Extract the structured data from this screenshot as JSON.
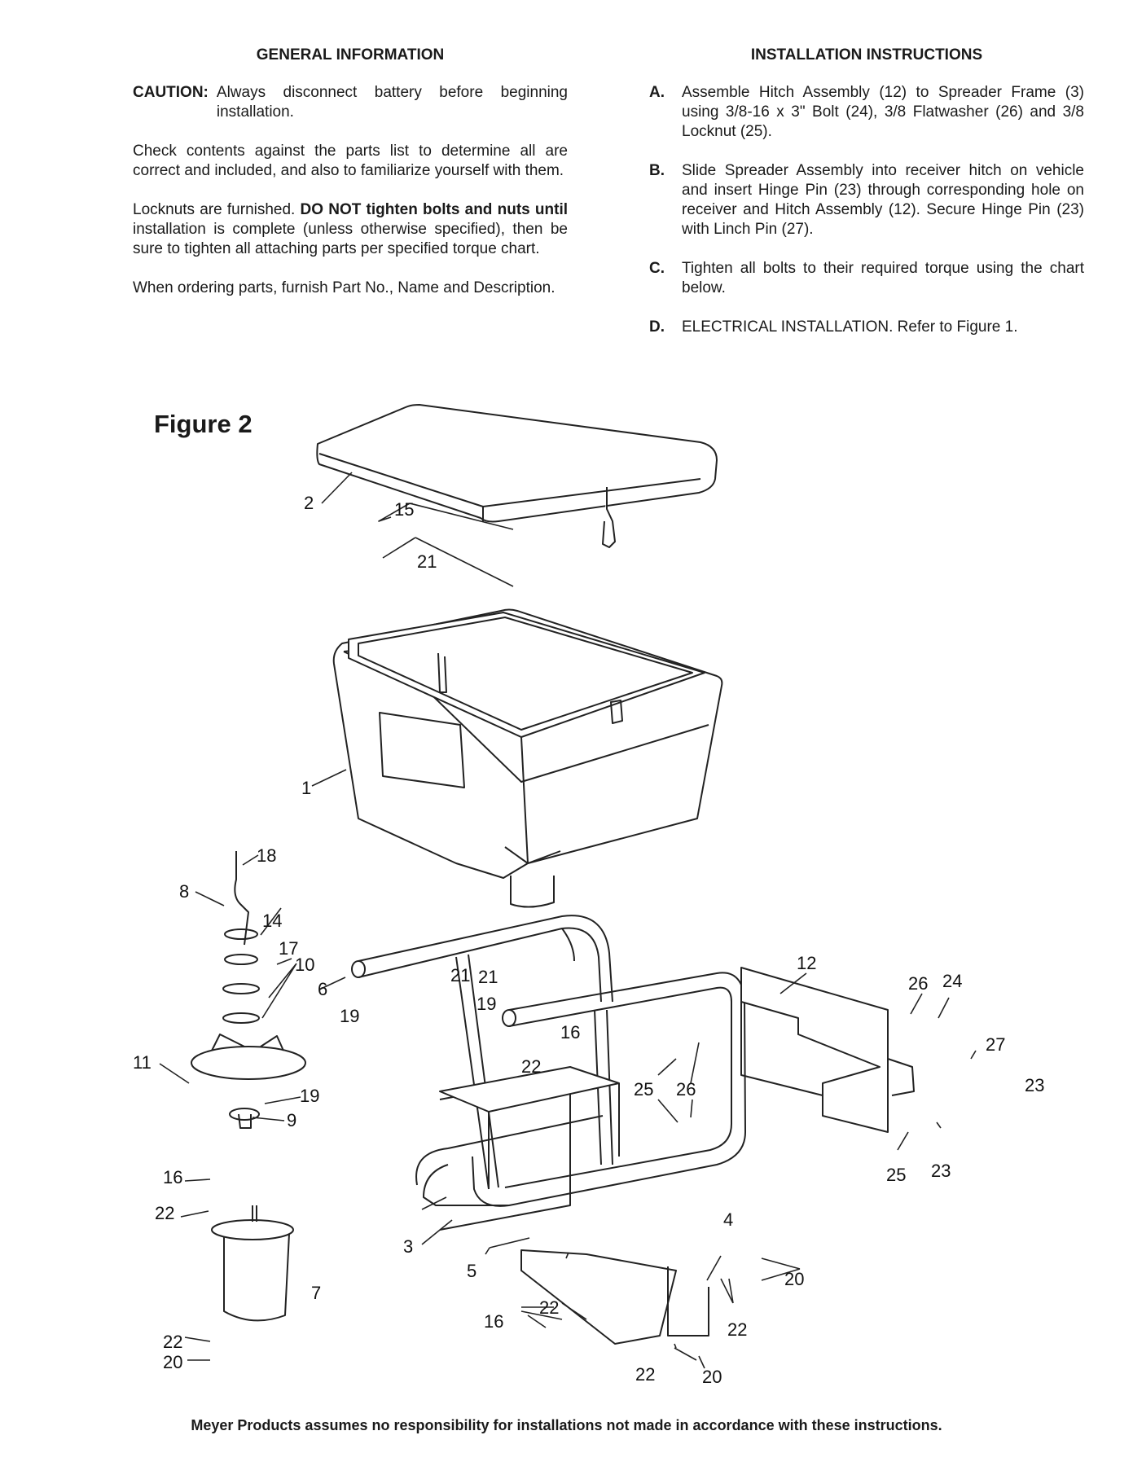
{
  "left": {
    "heading": "GENERAL INFORMATION",
    "caution_label": "CAUTION:",
    "caution_text": "Always disconnect battery before beginning installation.",
    "para1": "Check contents against the parts list to determine all are correct and included, and also to familiarize yourself with them.",
    "para2_start": "Locknuts are furnished.",
    "para2_bold": "DO NOT tighten bolts and nuts until",
    "para2_end": "installation is complete (unless otherwise specified), then be sure to tighten all attaching parts per specified torque chart.",
    "para3": "When ordering parts, furnish Part No., Name and Description."
  },
  "right": {
    "heading": "INSTALLATION INSTRUCTIONS",
    "steps": [
      {
        "letter": "A.",
        "text": "Assemble Hitch Assembly (12) to Spreader Frame (3) using 3/8-16 x 3\" Bolt (24), 3/8 Flatwasher (26) and 3/8 Locknut (25)."
      },
      {
        "letter": "B.",
        "text": "Slide Spreader Assembly into receiver hitch on vehicle and insert Hinge Pin (23) through corresponding hole on receiver and Hitch Assembly (12). Secure Hinge Pin (23) with Linch Pin (27)."
      },
      {
        "letter": "C.",
        "text": "Tighten all bolts to their required torque using the chart below."
      },
      {
        "letter": "D.",
        "text": "ELECTRICAL INSTALLATION. Refer to Figure 1."
      }
    ]
  },
  "figure": {
    "title": "Figure 2",
    "callouts": [
      "2",
      "15",
      "21",
      "1",
      "18",
      "8",
      "14",
      "17",
      "10",
      "6",
      "21",
      "19",
      "21",
      "19",
      "11",
      "19",
      "9",
      "16",
      "22",
      "12",
      "26",
      "24",
      "27",
      "25",
      "26",
      "23",
      "25",
      "23",
      "16",
      "22",
      "4",
      "3",
      "5",
      "7",
      "20",
      "22",
      "16",
      "22",
      "22",
      "20",
      "22",
      "20"
    ]
  },
  "footer": "Meyer Products assumes no responsibility for installations not made in accordance with these instructions."
}
